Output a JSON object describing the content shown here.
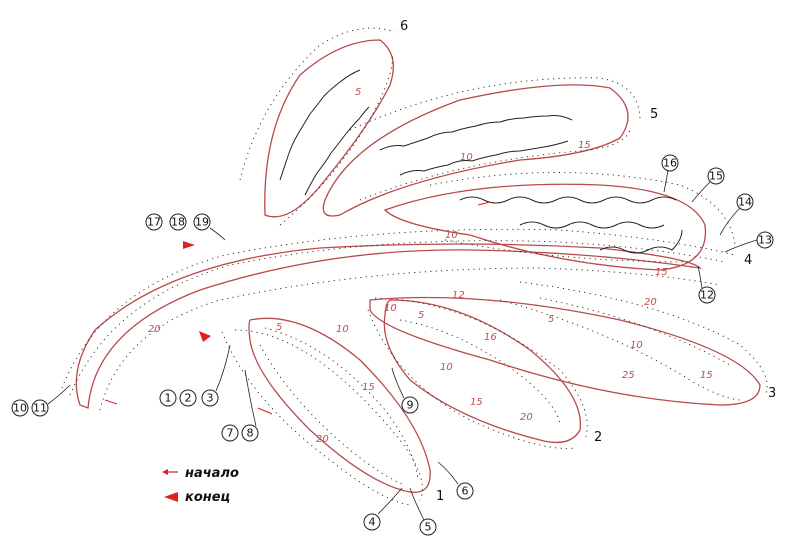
{
  "leaf_labels": [
    "1",
    "2",
    "3",
    "4",
    "5",
    "6"
  ],
  "row_markers": {
    "m1": "1",
    "m2": "2",
    "m3": "3",
    "m4": "4",
    "m5": "5",
    "m6": "6",
    "m7": "7",
    "m8": "8",
    "m9": "9",
    "m10": "10",
    "m11": "11",
    "m12": "12",
    "m13": "13",
    "m14": "14",
    "m15": "15",
    "m16": "16",
    "m17": "17",
    "m18": "18",
    "m19": "19"
  },
  "row_numbers": {
    "r_a": "10",
    "r_b": "15",
    "r_c": "5",
    "r_d": "10",
    "r_e": "15",
    "r_f": "20",
    "r_g": "10",
    "r_h": "15",
    "r_i": "5",
    "r_j": "20",
    "r_k": "5",
    "r_l": "10",
    "r_m": "15",
    "r_n": "20",
    "r_o": "12",
    "r_p": "10",
    "r_q": "16",
    "r_r": "20",
    "r_s": "25",
    "r_t": "5",
    "r_u": "15",
    "r_v": "10"
  },
  "legend": {
    "start": "начало",
    "end": "конец"
  },
  "colors": {
    "outline": "#b84a4a",
    "arrow": "#e02020",
    "ink": "#222222"
  }
}
